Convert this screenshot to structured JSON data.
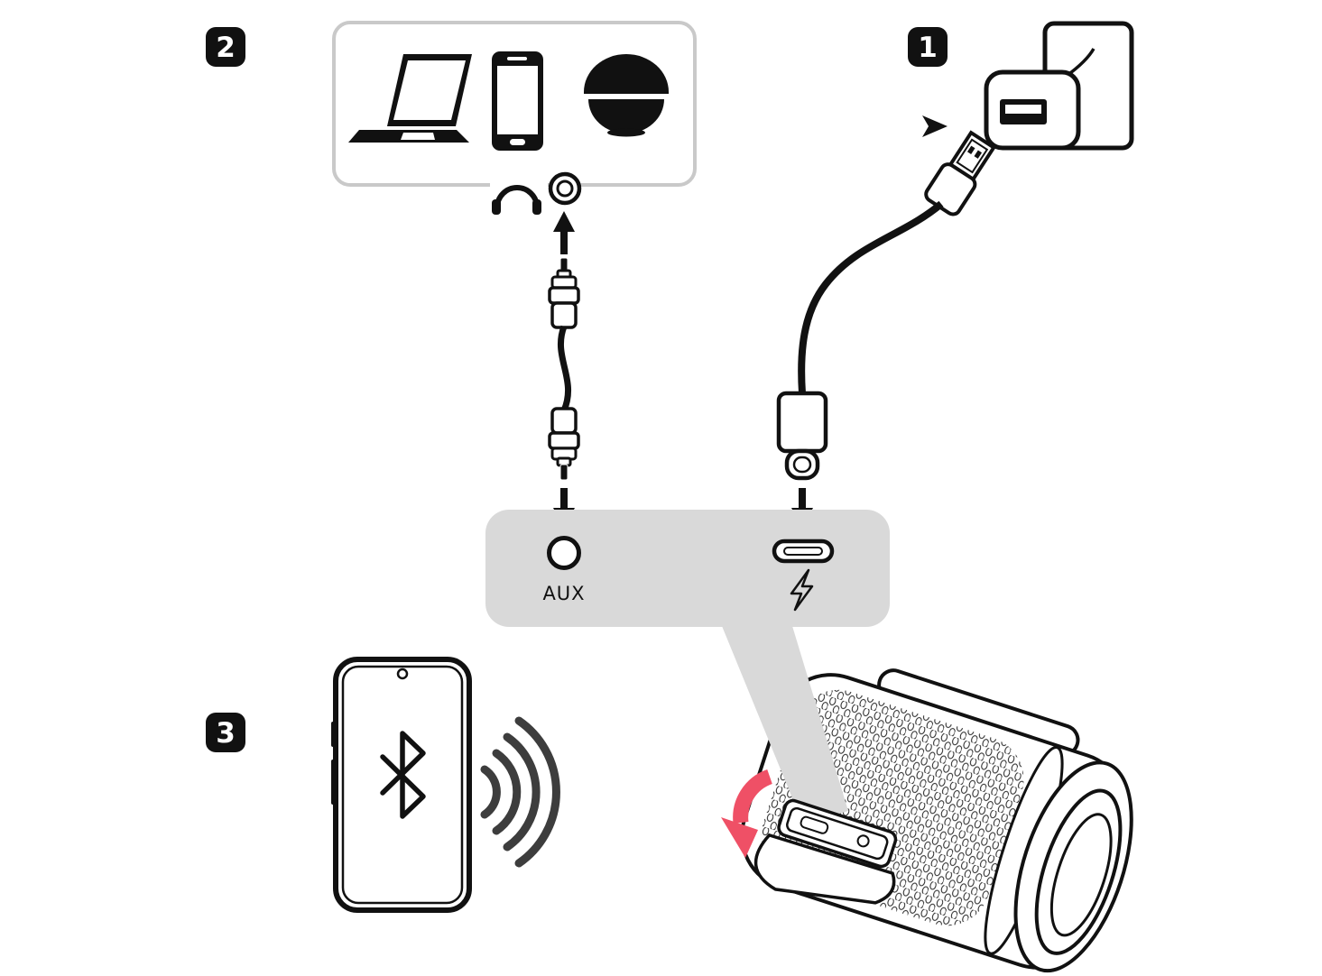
{
  "steps": {
    "one": "1",
    "two": "2",
    "three": "3"
  },
  "ports_panel": {
    "aux_label": "AUX",
    "aux_port_icon": "3.5mm-jack-port",
    "usb_c_port_icon": "usb-c-port",
    "lightning_icon": "lightning-bolt"
  },
  "icons": {
    "laptop": "laptop-icon",
    "smartphone": "smartphone-icon",
    "speaker_device": "speaker-device-icon",
    "headphones": "headphones-icon",
    "audio_out_ring": "audio-jack-ring-icon",
    "aux_cable": "aux-cable-3-5mm",
    "wall_outlet": "wall-outlet-icon",
    "usb_charger": "usb-power-adapter-icon",
    "usb_a_connector": "usb-a-connector-icon",
    "usb_c_connector": "usb-c-connector-icon",
    "bluetooth": "bluetooth-icon",
    "wireless_waves": "wireless-signal-icon",
    "speaker": "bluetooth-speaker",
    "flap_arrow": "open-flap-arrow-icon"
  },
  "colors": {
    "outline": "#111111",
    "panel_gray": "#d9d9d9",
    "box_border": "#c9c9c9",
    "arrow_pink": "#ef5066",
    "waves_gray": "#3d3d3d"
  }
}
